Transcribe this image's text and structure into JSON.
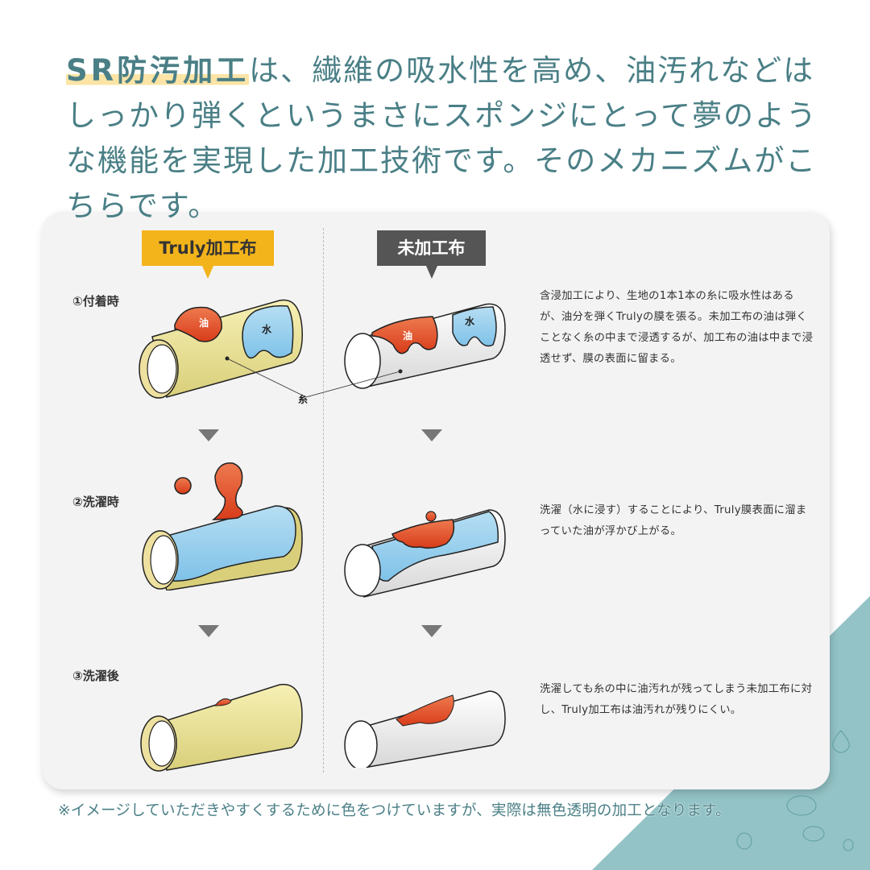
{
  "headline": {
    "highlight": "SR防汚加工",
    "rest": "は、繊維の吸水性を高め、油汚れなどはしっかり弾くというまさにスポンジにとって夢のような機能を実現した加工技術です。そのメカニズムがこちらです。"
  },
  "columns": {
    "treated_label": "Truly加工布",
    "untreated_label": "未加工布"
  },
  "steps": [
    {
      "label": "①付着時",
      "description": "含浸加工により、生地の1本1本の糸に吸水性はあるが、油分を弾くTrulyの膜を張る。未加工布の油は弾くことなく糸の中まで浸透するが、加工布の油は中まで浸透せず、膜の表面に留まる。"
    },
    {
      "label": "②洗濯時",
      "description": "洗濯（水に浸す）することにより、Truly膜表面に溜まっていた油が浮かび上がる。"
    },
    {
      "label": "③洗濯後",
      "description": "洗濯しても糸の中に油汚れが残ってしまう未加工布に対し、Truly加工布は油汚れが残りにくい。"
    }
  ],
  "figure_labels": {
    "oil": "油",
    "water": "水",
    "thread": "糸"
  },
  "footnote": "※イメージしていただきやすくするために色をつけていますが、実際は無色透明の加工となります。",
  "colors": {
    "teal_text": "#4a7f86",
    "highlight": "#fbe4a6",
    "truly_tag": "#f3b31a",
    "untreated_tag": "#555555",
    "oil": "#e2502a",
    "water": "#8ccbea",
    "film": "#efe79c",
    "teal_corner": "#93c3c6"
  }
}
